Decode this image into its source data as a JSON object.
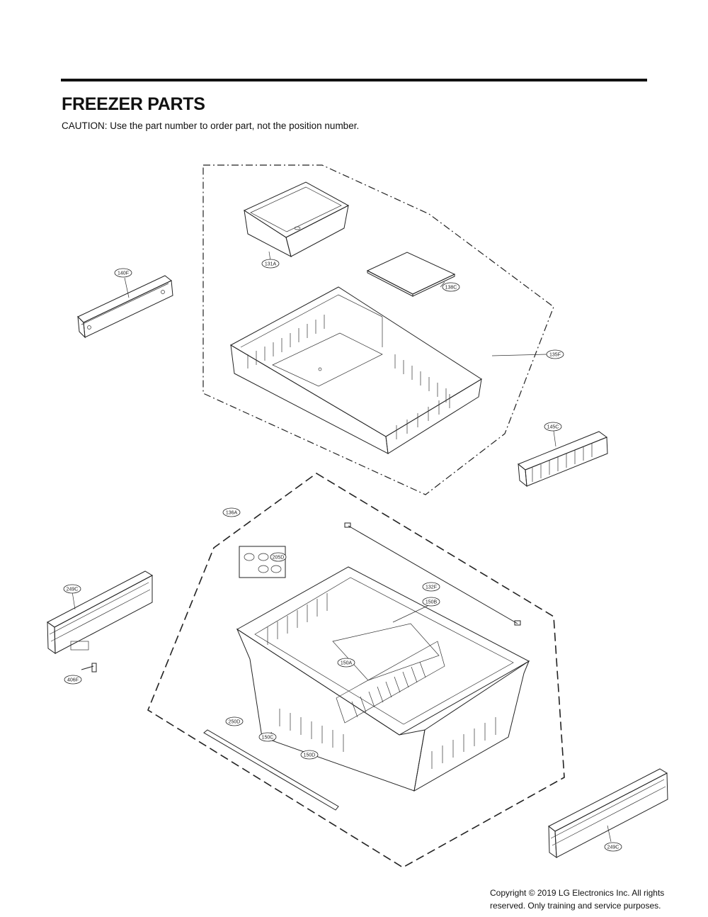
{
  "header": {
    "title": "FREEZER PARTS",
    "caution": "CAUTION: Use the part number to order part, not the position number."
  },
  "callouts": {
    "c131A": "131A",
    "c138C": "138C",
    "c140F": "140F",
    "c135F": "135F",
    "c145C": "145C",
    "c136A": "136A",
    "c205D": "205D",
    "c132F": "132F",
    "c249C_left": "249C",
    "c150B": "150B",
    "c150A": "150A",
    "c406F": "406F",
    "c250D": "250D",
    "c150C": "150C",
    "c150D": "150D",
    "c249C_right": "249C"
  },
  "footer": {
    "copyright_line1": "Copyright © 2019  LG Electronics Inc. All rights",
    "copyright_line2": "reserved. Only training and service purposes."
  }
}
